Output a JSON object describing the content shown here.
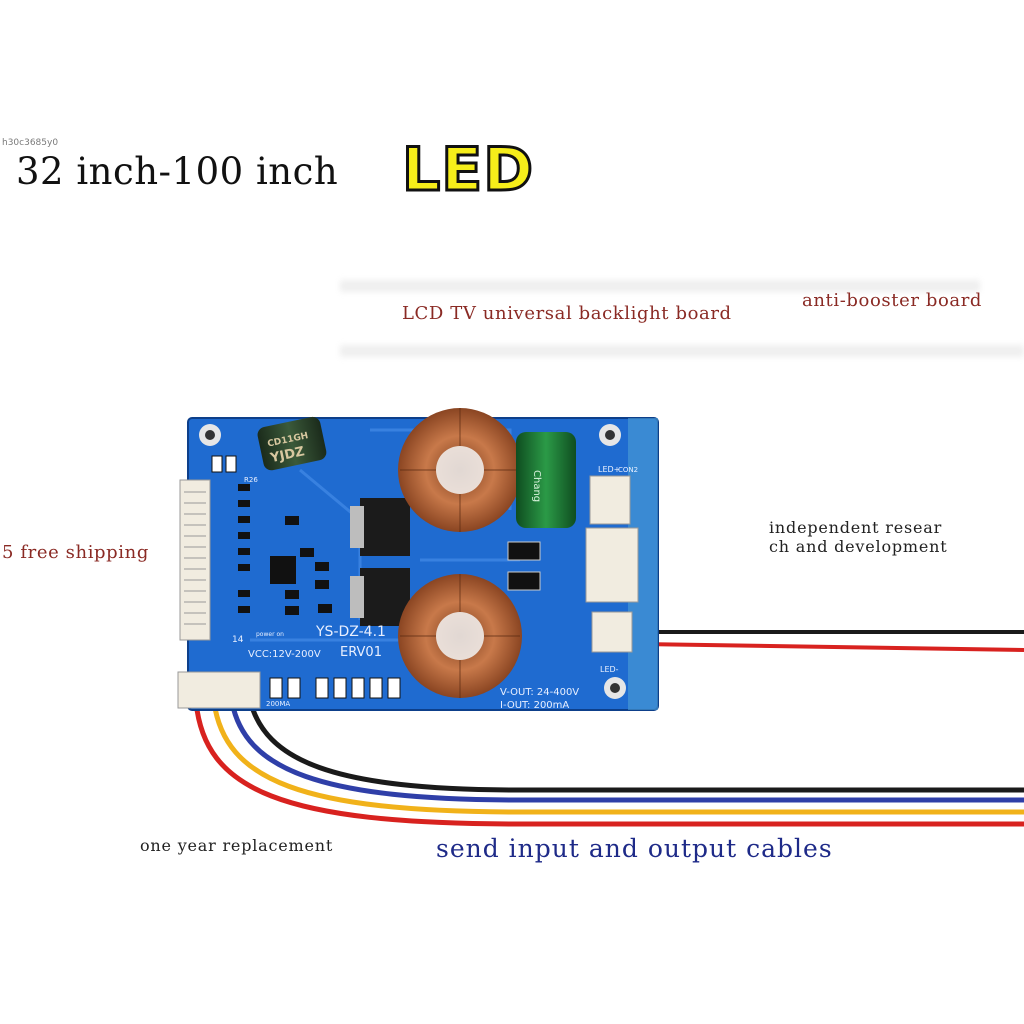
{
  "watermark": "h30c3685y0",
  "headline": {
    "text": "32 inch-100 inch",
    "badge": "LED"
  },
  "captions": {
    "backlight": "LCD TV universal backlight board",
    "anti_booster": "anti-booster board",
    "shipping": "5 free shipping",
    "research_line1": "independent resear",
    "research_line2": "ch and development",
    "replacement": "one year replacement",
    "cables": "send input and output cables"
  },
  "board": {
    "model": "YS-DZ-4.1",
    "revision": "ERV01",
    "vcc": "VCC:12V-200V",
    "vout": "V-OUT: 24-400V",
    "iout": "I-OUT: 200mA",
    "cap_small_text": "YJDZ",
    "cap_small_spec": "CD11GH",
    "cap_large_text": "Chang",
    "pin_14": "14",
    "led_plus": "LED+",
    "led_minus": "LED-",
    "conn_label": "CON2",
    "r26": "R26",
    "power_text": "power on",
    "ma_text": "200MA",
    "colors": {
      "pcb": "#1f6bd0",
      "copper": "#b8673a",
      "cap_green": "#1d7a34",
      "wire_red": "#d8221f",
      "wire_black": "#1a1a1a",
      "wire_yellow": "#f1b21a",
      "wire_blue": "#2f3fa8"
    }
  }
}
